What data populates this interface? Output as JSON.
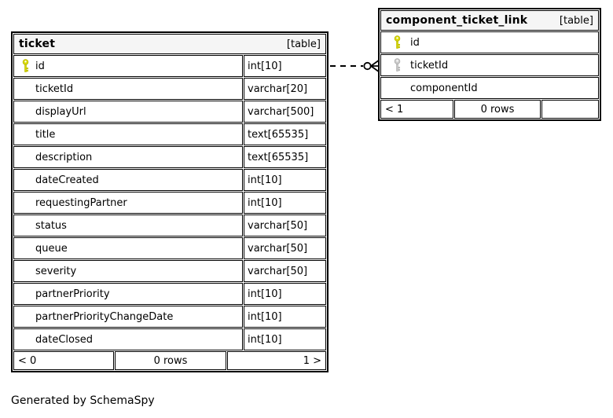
{
  "page": {
    "credit": "Generated by SchemaSpy"
  },
  "colors": {
    "header_bg": "#f5f5f5",
    "border": "#000000",
    "primary_key": "#d9d900",
    "primary_key_outline": "#b5b500",
    "foreign_key": "#cccccc",
    "foreign_key_outline": "#a8a8a8"
  },
  "tables": [
    {
      "name": "ticket",
      "type_label": "[table]",
      "has_types": true,
      "columns": [
        {
          "name": "id",
          "type": "int[10]",
          "key": "primary"
        },
        {
          "name": "ticketId",
          "type": "varchar[20]",
          "key": ""
        },
        {
          "name": "displayUrl",
          "type": "varchar[500]",
          "key": ""
        },
        {
          "name": "title",
          "type": "text[65535]",
          "key": ""
        },
        {
          "name": "description",
          "type": "text[65535]",
          "key": ""
        },
        {
          "name": "dateCreated",
          "type": "int[10]",
          "key": ""
        },
        {
          "name": "requestingPartner",
          "type": "int[10]",
          "key": ""
        },
        {
          "name": "status",
          "type": "varchar[50]",
          "key": ""
        },
        {
          "name": "queue",
          "type": "varchar[50]",
          "key": ""
        },
        {
          "name": "severity",
          "type": "varchar[50]",
          "key": ""
        },
        {
          "name": "partnerPriority",
          "type": "int[10]",
          "key": ""
        },
        {
          "name": "partnerPriorityChangeDate",
          "type": "int[10]",
          "key": ""
        },
        {
          "name": "dateClosed",
          "type": "int[10]",
          "key": ""
        }
      ],
      "footer": {
        "left": "< 0",
        "center": "0 rows",
        "right": "1 >"
      }
    },
    {
      "name": "component_ticket_link",
      "type_label": "[table]",
      "has_types": false,
      "columns": [
        {
          "name": "id",
          "type": "",
          "key": "primary"
        },
        {
          "name": "ticketId",
          "type": "",
          "key": "foreign"
        },
        {
          "name": "componentId",
          "type": "",
          "key": ""
        }
      ],
      "footer": {
        "left": "< 1",
        "center": "0 rows",
        "right": ""
      }
    }
  ],
  "relationship": {
    "from_table": "ticket",
    "from_column": "id",
    "to_table": "component_ticket_link",
    "to_column": "ticketId",
    "line_style": "dashed",
    "to_end_style": "zero-or-many"
  }
}
